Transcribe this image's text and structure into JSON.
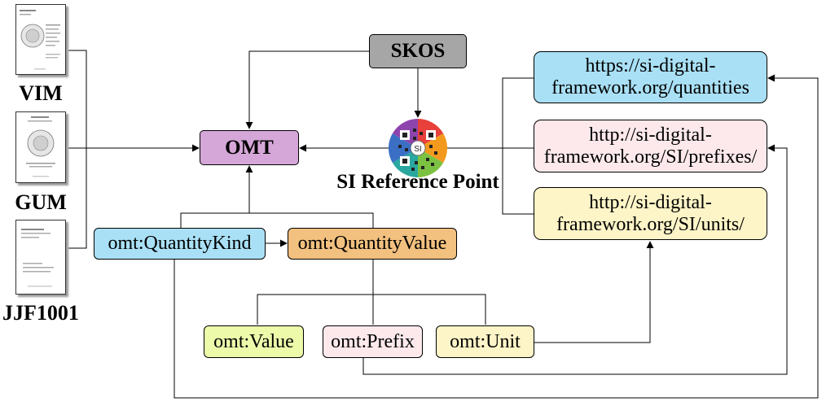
{
  "documents": [
    {
      "label": "VIM"
    },
    {
      "label": "GUM"
    },
    {
      "label": "JJF1001"
    }
  ],
  "nodes": {
    "skos": "SKOS",
    "omt": "OMT",
    "si_reference_point": "SI Reference Point",
    "qr_badge": "SI",
    "quantity_kind": "omt:QuantityKind",
    "quantity_value": "omt:QuantityValue",
    "value": "omt:Value",
    "prefix": "omt:Prefix",
    "unit": "omt:Unit",
    "url_quantities": "https://si-digital-framework.org/quantities",
    "url_prefixes": "http://si-digital-framework.org/SI/prefixes/",
    "url_units": "http://si-digital-framework.org/SI/units/"
  },
  "colors": {
    "skos": "#a6a6a6",
    "omt": "#d5a6d8",
    "quantity_kind": "#a9e0f5",
    "quantity_value": "#f2c07f",
    "value": "#ecfaaa",
    "prefix": "#fde9ec",
    "unit": "#fdf4c7",
    "url_quantities": "#a9e0f5",
    "url_prefixes": "#fde9ec",
    "url_units": "#fdf4c7"
  }
}
